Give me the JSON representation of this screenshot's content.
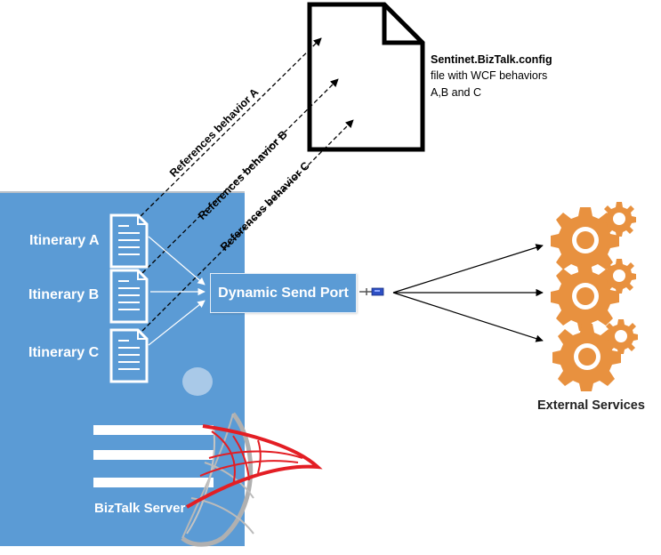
{
  "config_file": {
    "title": "Sentinet.BizTalk.config",
    "line1": "file with WCF behaviors",
    "line2": "A,B and C",
    "icon": "document-icon"
  },
  "references": [
    {
      "label": "References behavior A"
    },
    {
      "label": "References behavior B"
    },
    {
      "label": "References behavior C"
    }
  ],
  "biztalk": {
    "label": "BizTalk Server",
    "logo": "sql-server-logo",
    "itineraries": [
      {
        "label": "Itinerary A",
        "icon": "document-icon"
      },
      {
        "label": "Itinerary B",
        "icon": "document-icon"
      },
      {
        "label": "Itinerary C",
        "icon": "document-icon"
      }
    ],
    "send_port": {
      "label": "Dynamic Send Port",
      "icon": "port-connector-icon"
    }
  },
  "external": {
    "label": "External Services",
    "services": [
      {
        "icon": "gears-icon"
      },
      {
        "icon": "gears-icon"
      },
      {
        "icon": "gears-icon"
      }
    ]
  },
  "colors": {
    "panel_blue": "#5b9bd5",
    "gear_orange": "#e8913f",
    "logo_red": "#e31e24",
    "logo_gray": "#a8a8a8"
  }
}
